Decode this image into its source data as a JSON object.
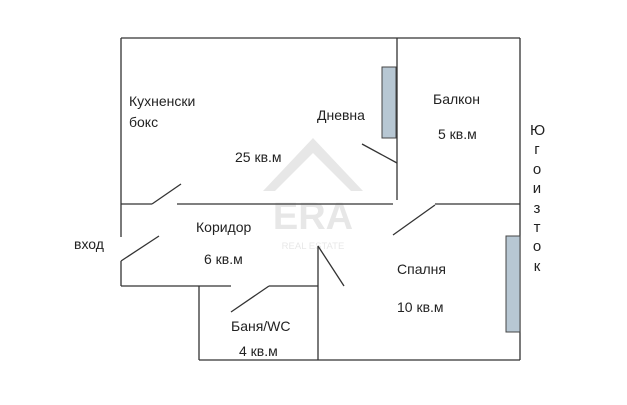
{
  "rooms": {
    "kitchen": {
      "line1": "Кухненски",
      "line2": "бокс"
    },
    "living": {
      "name": "Дневна",
      "area": "25 кв.м"
    },
    "balcony": {
      "name": "Балкон",
      "area": "5 кв.м"
    },
    "corridor": {
      "name": "Коридор",
      "area": "6 кв.м"
    },
    "bedroom": {
      "name": "Спалня",
      "area": "10 кв.м"
    },
    "bathroom": {
      "name": "Баня/WC",
      "area": "4 кв.м"
    }
  },
  "entrance": "вход",
  "orientation": "Югоизток",
  "watermark": {
    "brand": "ERA",
    "tagline": "REAL ESTATE"
  }
}
